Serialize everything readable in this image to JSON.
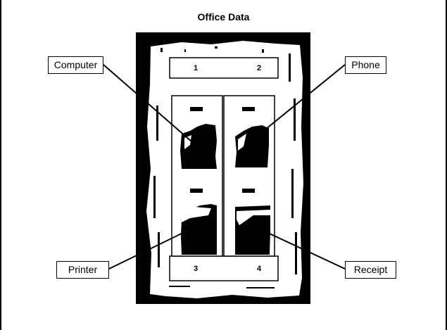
{
  "title": "Office Data",
  "callouts": {
    "computer": "Computer",
    "phone": "Phone",
    "printer": "Printer",
    "receipt": "Receipt"
  },
  "port_numbers": {
    "top_left": "1",
    "top_right": "2",
    "bottom_left": "3",
    "bottom_right": "4"
  }
}
